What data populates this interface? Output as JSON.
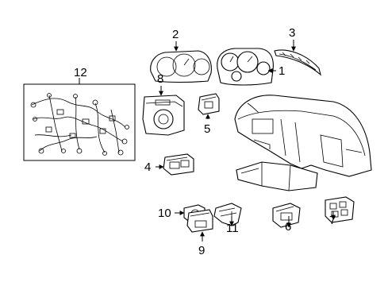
{
  "diagram": {
    "callouts": {
      "c1": "1",
      "c2": "2",
      "c3": "3",
      "c4": "4",
      "c5": "5",
      "c6": "6",
      "c7": "7",
      "c8": "8",
      "c9": "9",
      "c10": "10",
      "c11": "11",
      "c12": "12"
    },
    "parts": [
      {
        "id": "wiring-harness",
        "callout": "12"
      },
      {
        "id": "instrument-cluster",
        "callout": "1"
      },
      {
        "id": "cluster-lens",
        "callout": "2"
      },
      {
        "id": "cluster-hood-trim",
        "callout": "3"
      },
      {
        "id": "switch-4",
        "callout": "4"
      },
      {
        "id": "switch-5",
        "callout": "5"
      },
      {
        "id": "switch-6",
        "callout": "6"
      },
      {
        "id": "switch-7",
        "callout": "7"
      },
      {
        "id": "ignition-switch",
        "callout": "8"
      },
      {
        "id": "switch-9",
        "callout": "9"
      },
      {
        "id": "switch-10",
        "callout": "10"
      },
      {
        "id": "bracket-11",
        "callout": "11"
      },
      {
        "id": "dashboard-panel",
        "callout": ""
      }
    ]
  }
}
